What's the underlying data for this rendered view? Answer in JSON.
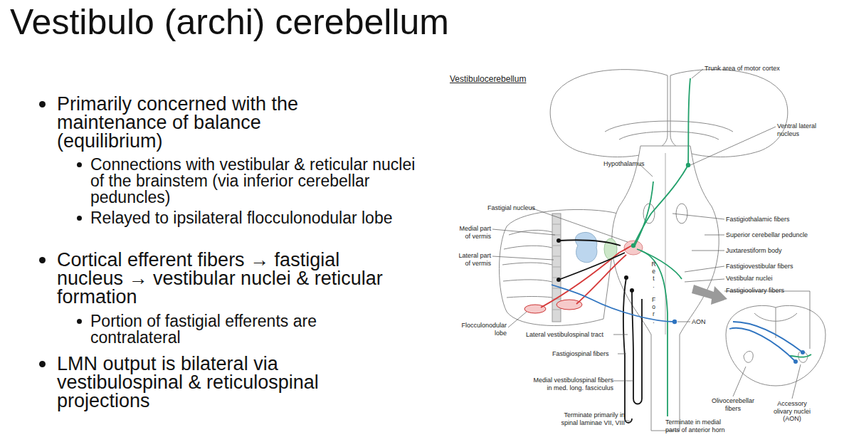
{
  "diagram": {
    "title": "Vestibulo (archi) cerebellum",
    "labels": [
      "Primarily concerned with the maintenance of balance (equilibrium)",
      "Connections with vestibular & reticular nuclei of the brainstem (via inferior cerebellar peduncles)",
      "Relayed to ipsilateral flocculonodular lobe",
      "Cortical efferent fibers → fastigial nucleus → vestibular nuclei & reticular formation",
      "Portion of fastigial efferents are contralateral",
      "LMN output is bilateral via vestibulospinal & reticulospinal projections",
      "Vestibulocerebellum",
      "Trunk area of motor cortex",
      "Ventral lateral nucleus",
      "Hypothalamus",
      "Fastigial nucleus",
      "Medial part of vermis",
      "Lateral part of vermis",
      "Fastigiothalamic fibers",
      "Superior cerebellar peduncle",
      "Juxtarestiform body",
      "Fastigiovestibular fibers",
      "Vestibular nuclei",
      "Fastigioolivary fibers",
      "Ret. For.",
      "AON",
      "Flocculonodular lobe",
      "Lateral vestibulospinal tract",
      "Fastigiospinal fibers",
      "Medial vestibulospinal fibers in med. long. fasciculus",
      "Terminate primarily in spinal laminae VII, VIII",
      "Terminate in medial parts of anterior horn",
      "Olivocerebellar fibers",
      "Accessory olivary nuclei (AON)"
    ]
  }
}
